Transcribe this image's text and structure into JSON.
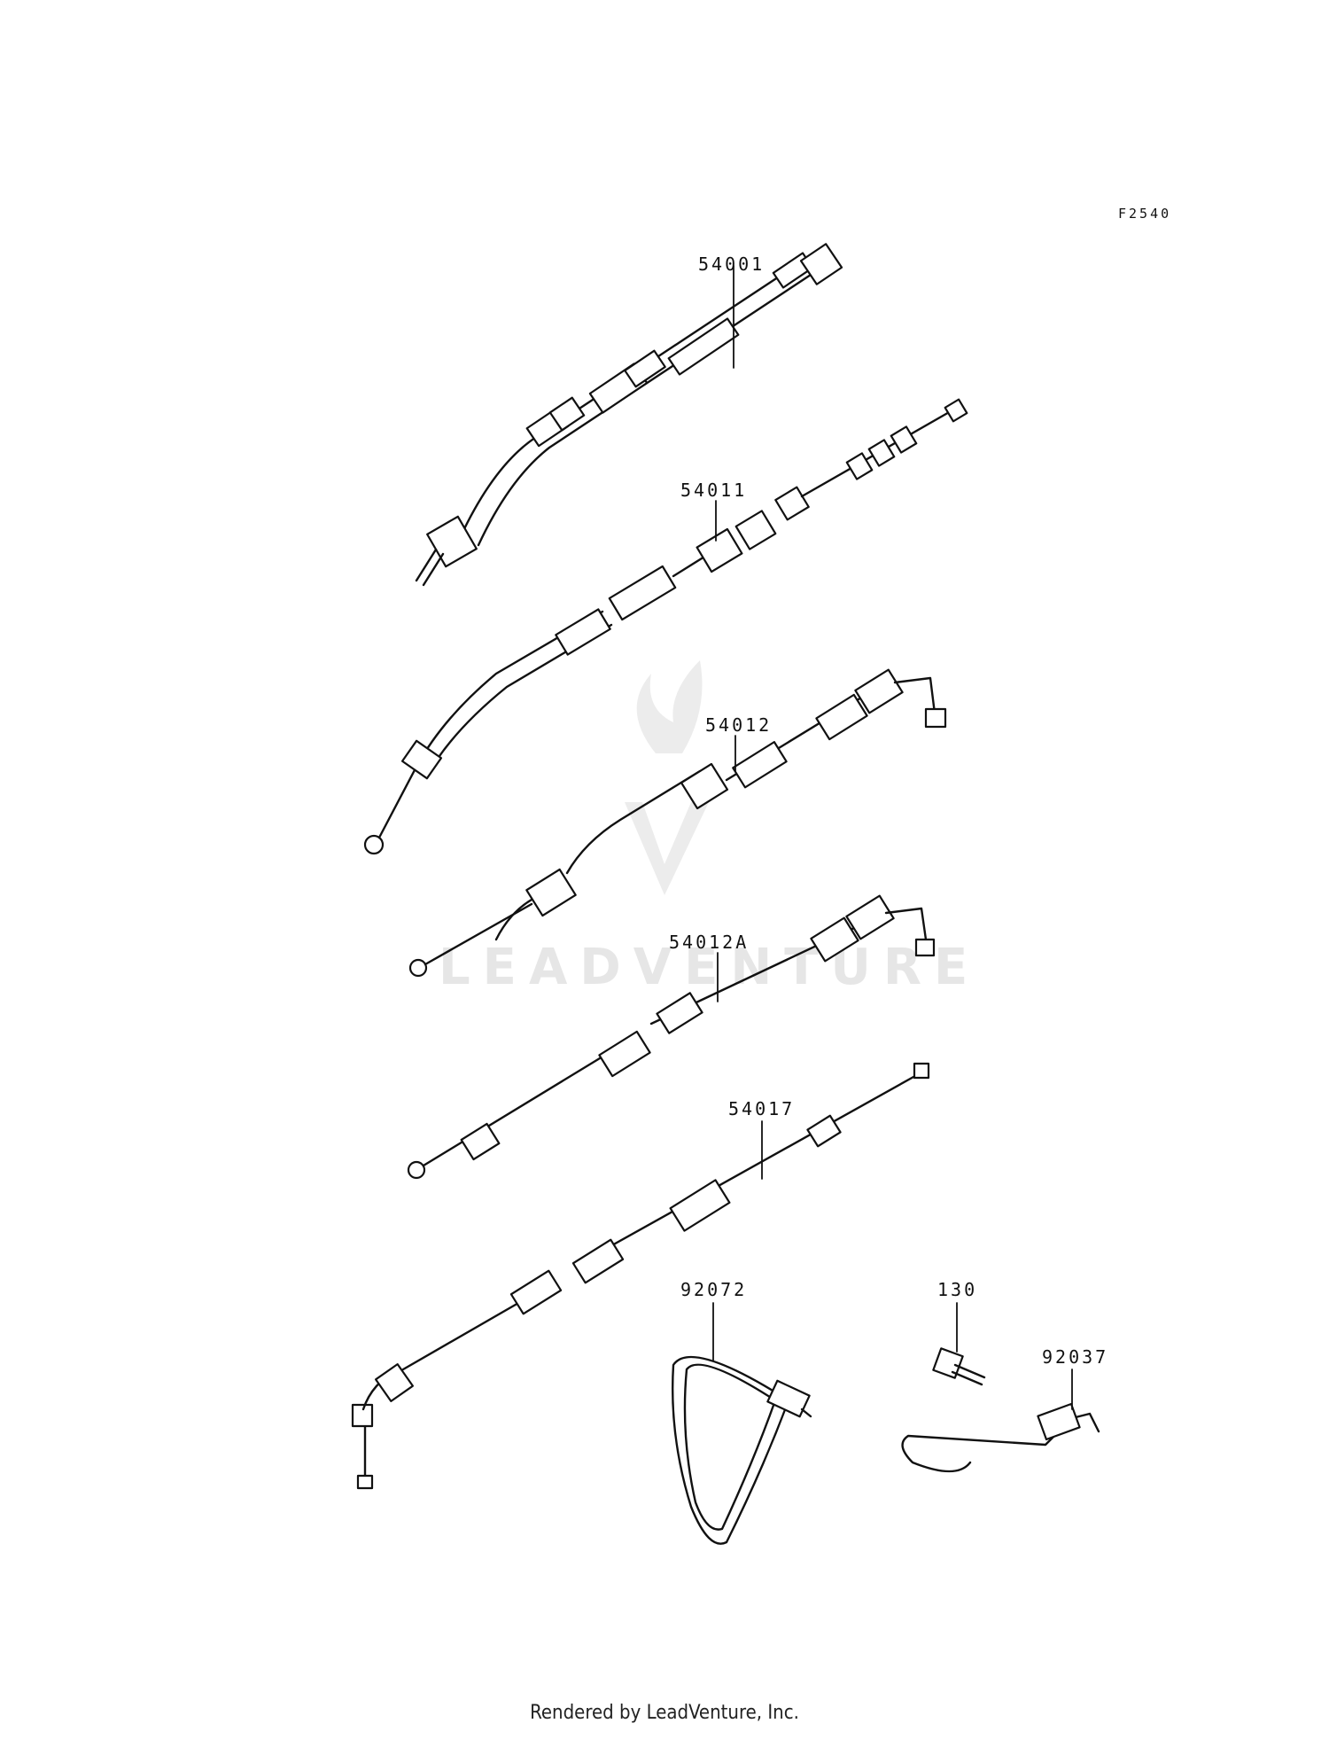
{
  "diagram_code": "F2540",
  "watermark": "LEADVENTURE",
  "footer": "Rendered by LeadVenture, Inc.",
  "parts": [
    {
      "id": "p54001",
      "label": "54001"
    },
    {
      "id": "p54011",
      "label": "54011"
    },
    {
      "id": "p54012",
      "label": "54012"
    },
    {
      "id": "p54012A",
      "label": "54012A"
    },
    {
      "id": "p54017",
      "label": "54017"
    },
    {
      "id": "p92072",
      "label": "92072"
    },
    {
      "id": "p130",
      "label": "130"
    },
    {
      "id": "p92037",
      "label": "92037"
    }
  ]
}
